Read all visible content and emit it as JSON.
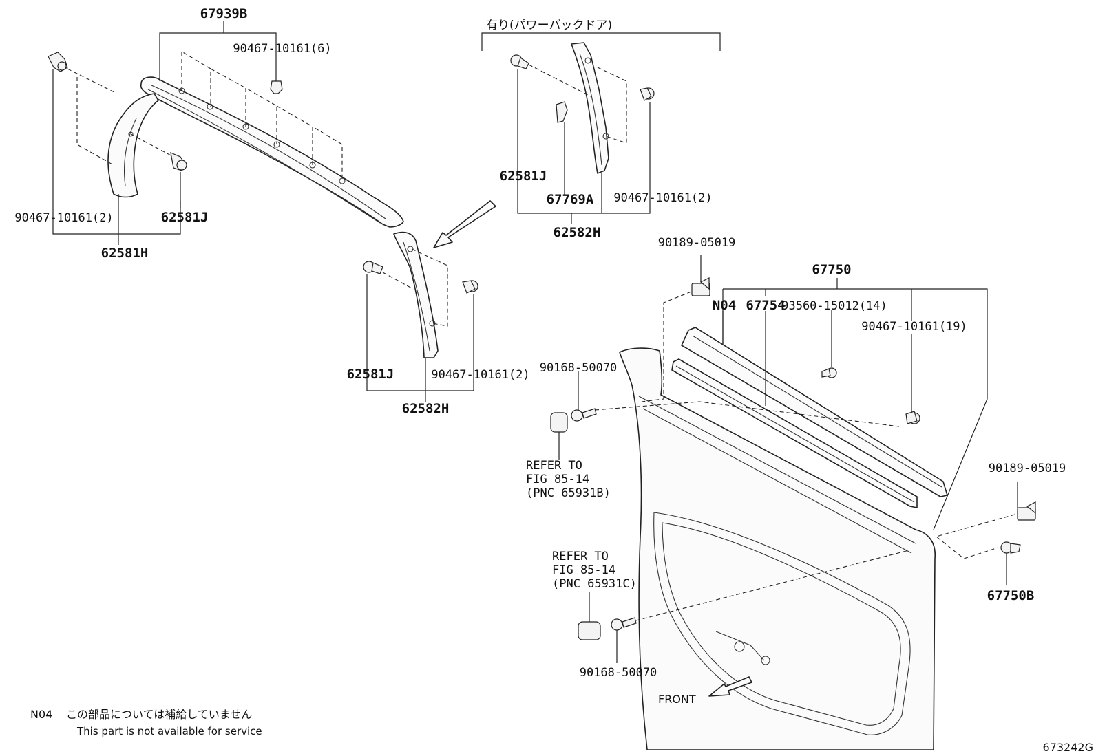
{
  "callouts": {
    "p67939B": "67939B",
    "p90467_6": "90467-10161(6)",
    "p90467_2a": "90467-10161(2)",
    "p62581J_a": "62581J",
    "p62581H": "62581H",
    "option_note": "有り(パワーバックドア)",
    "p62581J_b": "62581J",
    "p67769A": "67769A",
    "p90467_2b": "90467-10161(2)",
    "p62582H_a": "62582H",
    "p62581J_c": "62581J",
    "p90467_2c": "90467-10161(2)",
    "p62582H_b": "62582H",
    "p90189_top": "90189-05019",
    "p67750": "67750",
    "pN04": "N04",
    "p67754": "67754",
    "p93560": "93560-15012(14)",
    "p90467_19": "90467-10161(19)",
    "p90168_a": "90168-50070",
    "p90189_right": "90189-05019",
    "p67750B": "67750B",
    "p90168_b": "90168-50070"
  },
  "references": {
    "ref1_line1": "REFER TO",
    "ref1_line2": "FIG 85-14",
    "ref1_line3": "(PNC 65931B)",
    "ref2_line1": "REFER TO",
    "ref2_line2": "FIG 85-14",
    "ref2_line3": "(PNC 65931C)"
  },
  "direction": {
    "front": "FRONT"
  },
  "legend": {
    "code": "N04",
    "jp_text": "この部品については補給していません",
    "en_text": "This part is not available for service"
  },
  "figure_id": "673242G"
}
